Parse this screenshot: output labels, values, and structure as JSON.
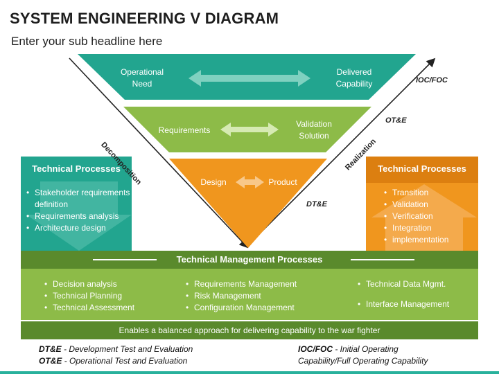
{
  "header": {
    "title": "SYSTEM ENGINEERING V DIAGRAM",
    "subtitle": "Enter your sub headline here"
  },
  "v_levels": {
    "top": {
      "left": "Operational\nNeed",
      "right": "Delivered\nCapability",
      "color": "#22a58f"
    },
    "middle": {
      "left": "Requirements",
      "right": "Validation\nSolution",
      "color": "#8dbb48"
    },
    "bottom": {
      "left": "Design",
      "right": "Product",
      "color": "#f0961e"
    }
  },
  "axis_labels": {
    "decomposition": "Decomposition",
    "realization": "Realization",
    "ioc_foc": "IOC/FOC",
    "ot_e": "OT&E",
    "dt_e": "DT&E"
  },
  "left_panel": {
    "title": "Technical Processes",
    "items": [
      "Stakeholder requirements definition",
      "Requirements analysis",
      "Architecture design"
    ],
    "color": "#22a58f"
  },
  "right_panel": {
    "title": "Technical Processes",
    "items": [
      "Transition",
      "Validation",
      "Verification",
      "Integration",
      "implementation"
    ],
    "color": "#f0961e"
  },
  "management": {
    "title": "Technical Management Processes",
    "col1": [
      "Decision analysis",
      "Technical Planning",
      "Technical Assessment"
    ],
    "col2": [
      "Requirements Management",
      "Risk Management",
      "Configuration Management"
    ],
    "col3": [
      "Technical Data Mgmt.",
      "Interface Management"
    ],
    "footer": "Enables a balanced approach for delivering capability to the war fighter"
  },
  "legend": {
    "dte_key": "DT&E",
    "dte_text": " - Development Test and Evaluation",
    "ote_key": "OT&E",
    "ote_text": " - Operational Test and Evaluation",
    "ioc_key": "IOC/FOC",
    "ioc_text_1": " - Initial Operating",
    "ioc_text_2": "Capability/Full Operating Capability"
  }
}
